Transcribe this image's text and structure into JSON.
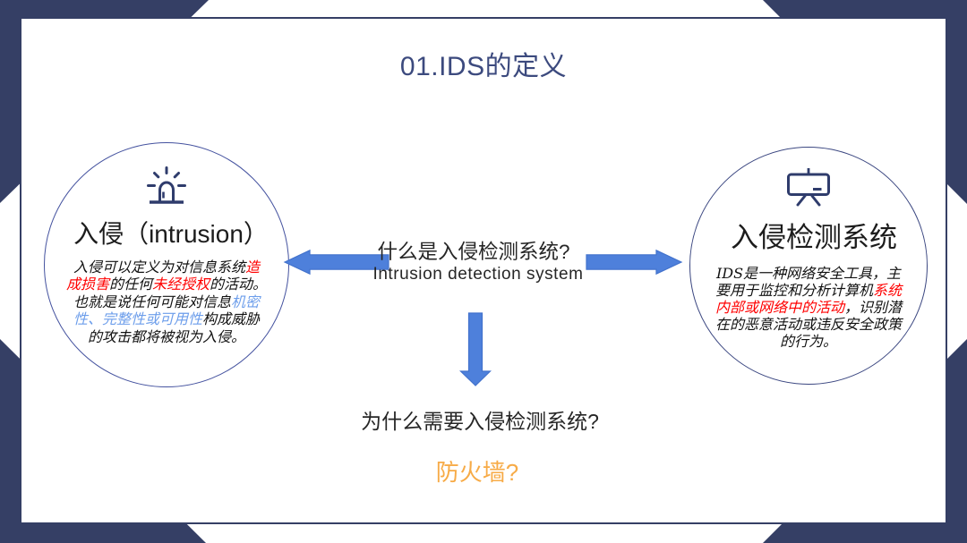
{
  "slide": {
    "title": "01.IDS的定义",
    "colors": {
      "frame_navy": "#353F65",
      "circle_stroke": "#44529F",
      "arrow_blue": "#4E80DB",
      "title_blue": "#3C4A7E",
      "accent_red": "#FF0000",
      "accent_blue": "#6D9EEB",
      "firewall_orange": "#F7AB47"
    }
  },
  "left_circle": {
    "icon": "alarm-siren-icon",
    "heading": "入侵（intrusion）",
    "body_segments": [
      {
        "text": "入侵可以定义为对信息系统"
      },
      {
        "text": "造\n成损害",
        "color": "#FF0000"
      },
      {
        "text": "的任何"
      },
      {
        "text": "未经授权",
        "color": "#FF0000"
      },
      {
        "text": "的活动。\n也就是说任何可能对信息"
      },
      {
        "text": "机密\n性、完整性或可用性",
        "color": "#6D9EEB"
      },
      {
        "text": "构成威胁\n的攻击都将被视为入侵。"
      }
    ]
  },
  "right_circle": {
    "icon": "presentation-board-icon",
    "heading": "入侵检测系统",
    "body_segments": [
      {
        "text": "IDS是一种网络安全工具，主\n要用于监控和分析计算机"
      },
      {
        "text": "系统\n内部或网络中的活动",
        "color": "#FF0000"
      },
      {
        "text": "，识别潜\n在的恶意活动或违反安全政策\n的行为。"
      }
    ]
  },
  "center": {
    "question_main": "什么是入侵检测系统?",
    "question_sub": "Intrusion detection system",
    "question_why": "为什么需要入侵检测系统?",
    "firewall": "防火墙?"
  }
}
